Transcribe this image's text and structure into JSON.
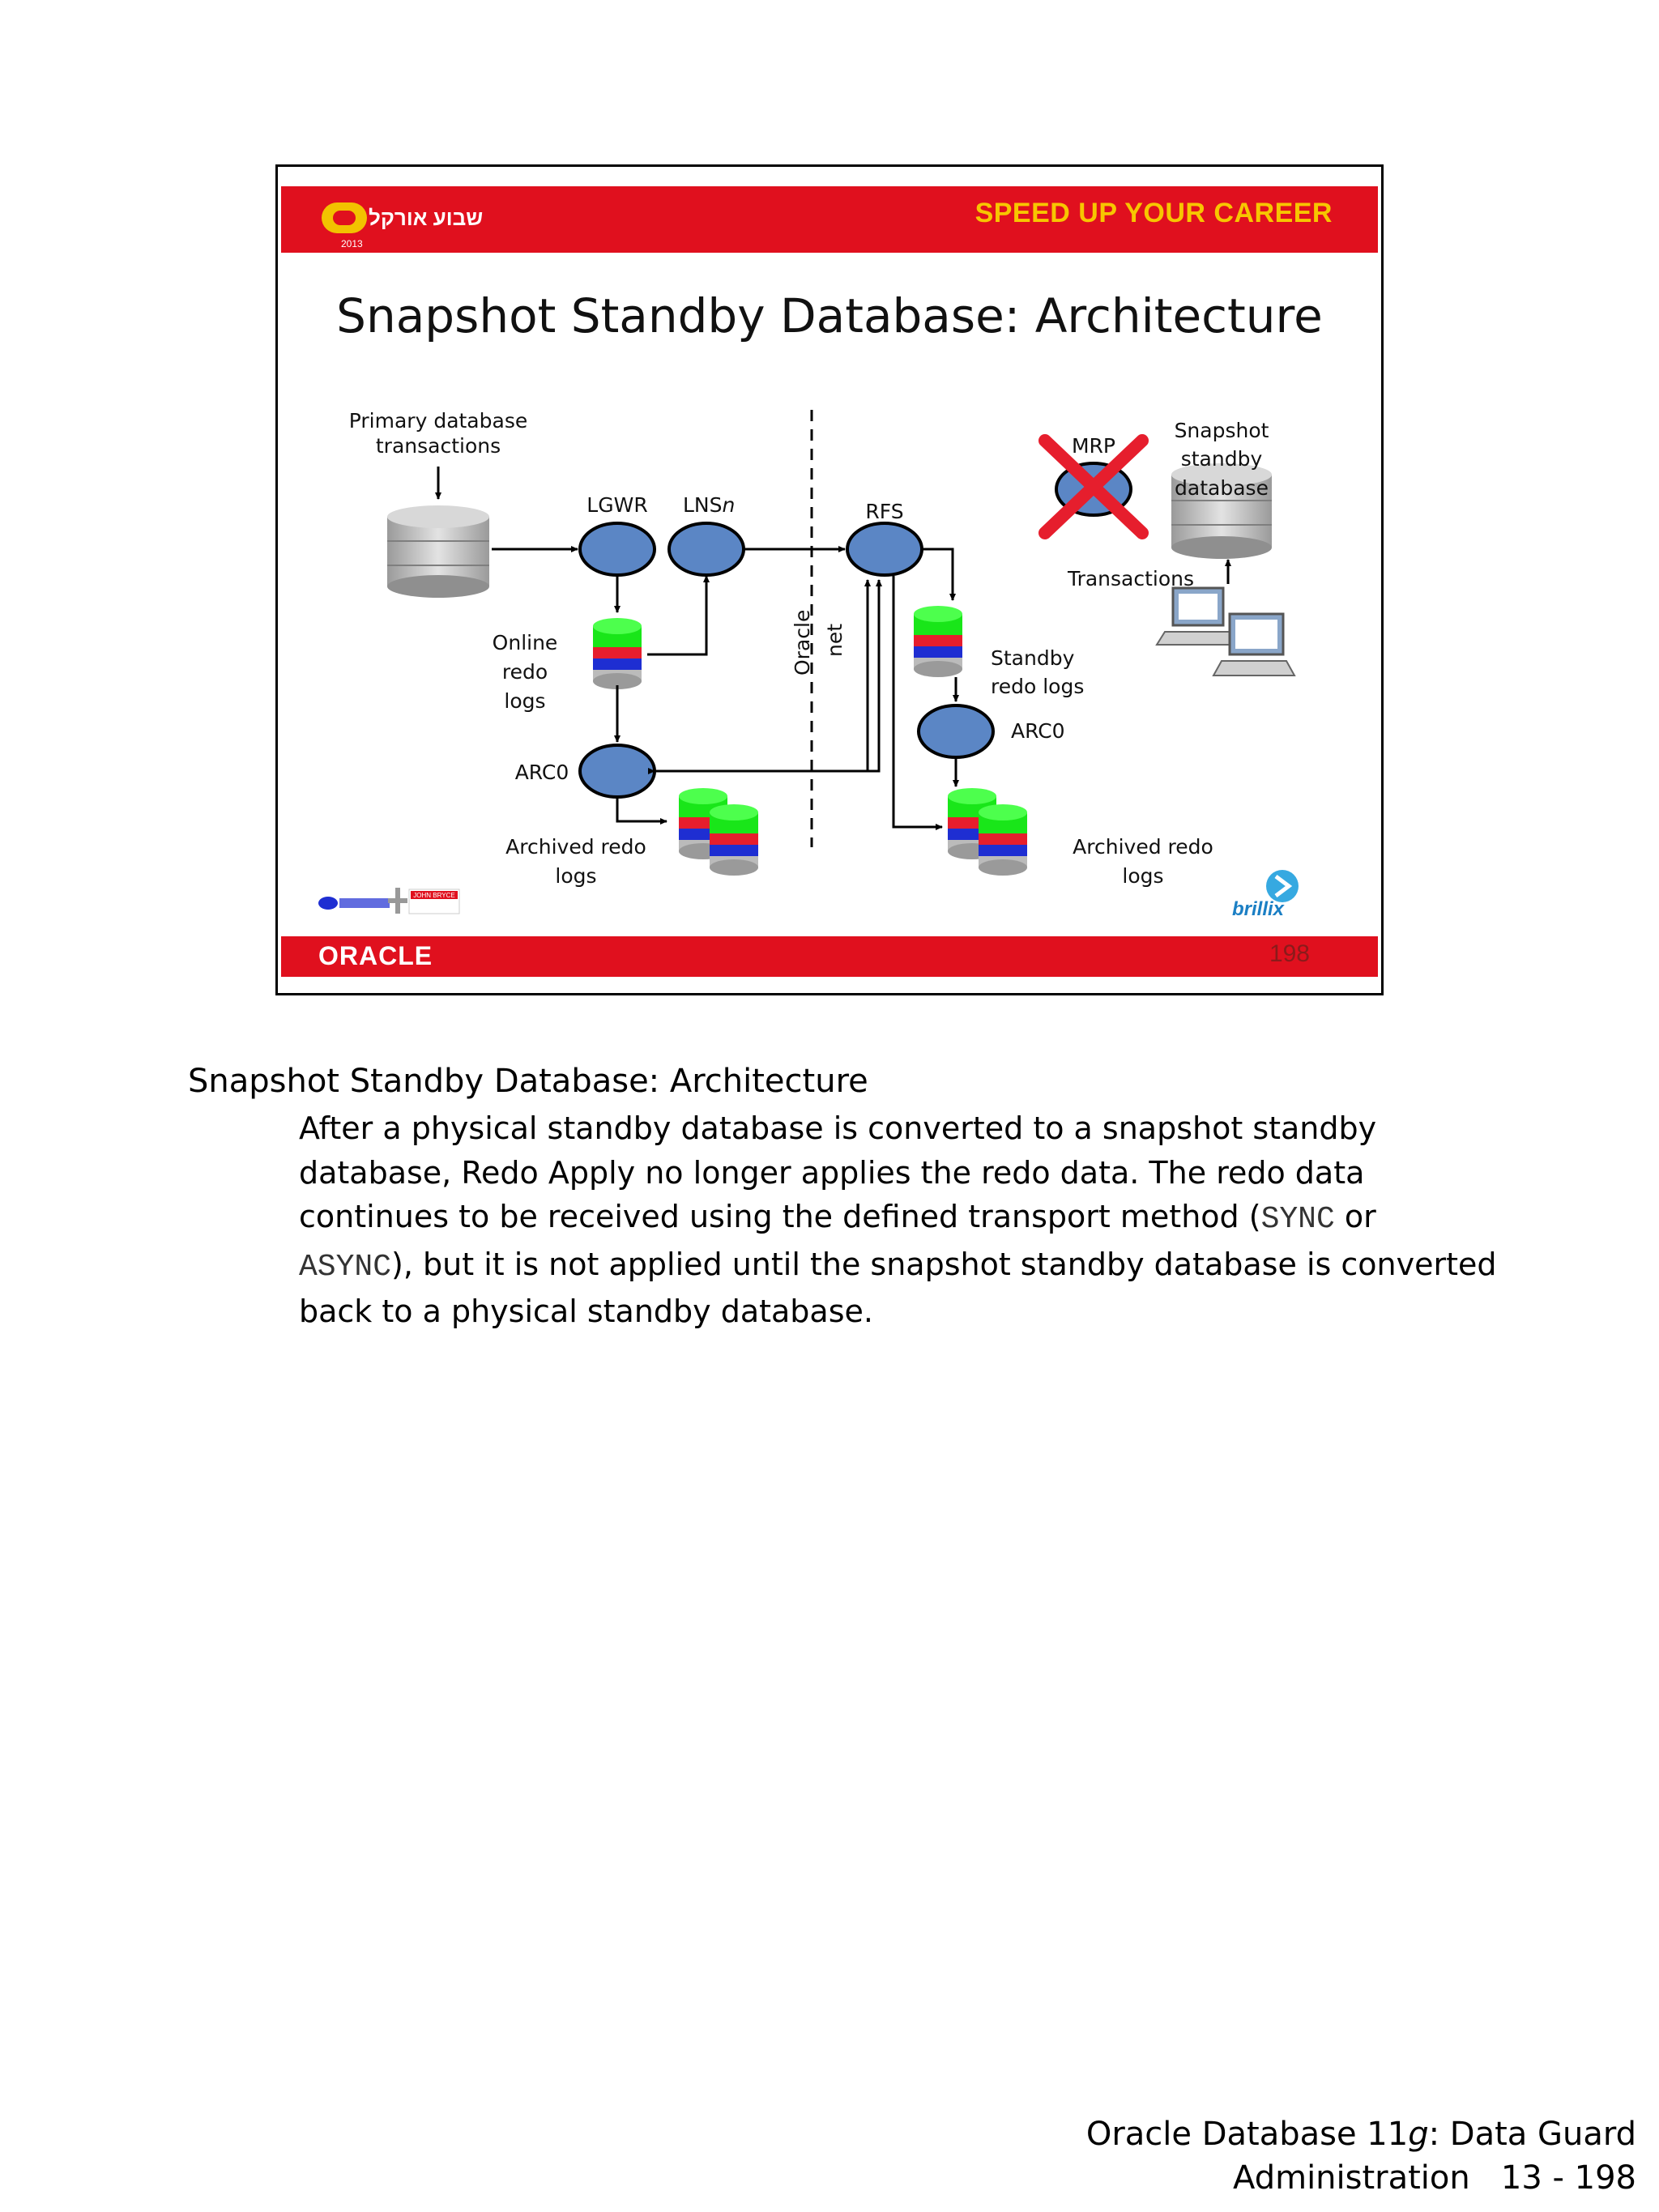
{
  "slide": {
    "tagline": "SPEED UP YOUR CAREER",
    "brand_logo_text": "שבוע אורקל",
    "brand_logo_year": "2013",
    "title": "Snapshot Standby Database: Architecture",
    "oracle_logo": "ORACLE",
    "slide_number": "198",
    "partner_logo_text": "JOHN BRYCE",
    "brillix_logo_text": "brillix",
    "diagram": {
      "primary_label_1": "Primary database",
      "primary_label_2": "transactions",
      "lgwr": "LGWR",
      "lns": "LNS",
      "lns_suffix": "n",
      "rfs": "RFS",
      "mrp": "MRP",
      "snapshot_1": "Snapshot",
      "snapshot_2": "standby",
      "snapshot_3": "database",
      "transactions": "Transactions",
      "online_1": "Online",
      "online_2": "redo",
      "online_3": "logs",
      "oracle_net_1": "Oracle",
      "oracle_net_2": "net",
      "standby_logs_1": "Standby",
      "standby_logs_2": "redo logs",
      "arc0_standby": "ARC0",
      "arc0_primary": "ARC0",
      "archived_primary_1": "Archived redo",
      "archived_primary_2": "logs",
      "archived_standby_1": "Archived redo",
      "archived_standby_2": "logs"
    }
  },
  "notes": {
    "heading": "Snapshot Standby Database: Architecture",
    "body_part1": "After a physical standby database is converted to a snapshot standby database, Redo Apply no longer applies the redo data. The redo data continues to be received using the defined transport method (",
    "code1": "SYNC",
    "body_part2": " or ",
    "code2": "ASYNC",
    "body_part3": "), but it is not applied until the snapshot standby database is converted back to a physical standby database."
  },
  "footer": {
    "line1_pre": "Oracle Database 11",
    "line1_italic": "g",
    "line1_post": ": Data Guard",
    "line2": "Administration   13 - 198"
  },
  "colors": {
    "red_band": "#e0101e",
    "tagline": "#f7c600",
    "process_fill": "#5b86c5",
    "log_green": "#19e619",
    "log_red": "#e61e2d",
    "log_blue": "#1e2ed2"
  }
}
